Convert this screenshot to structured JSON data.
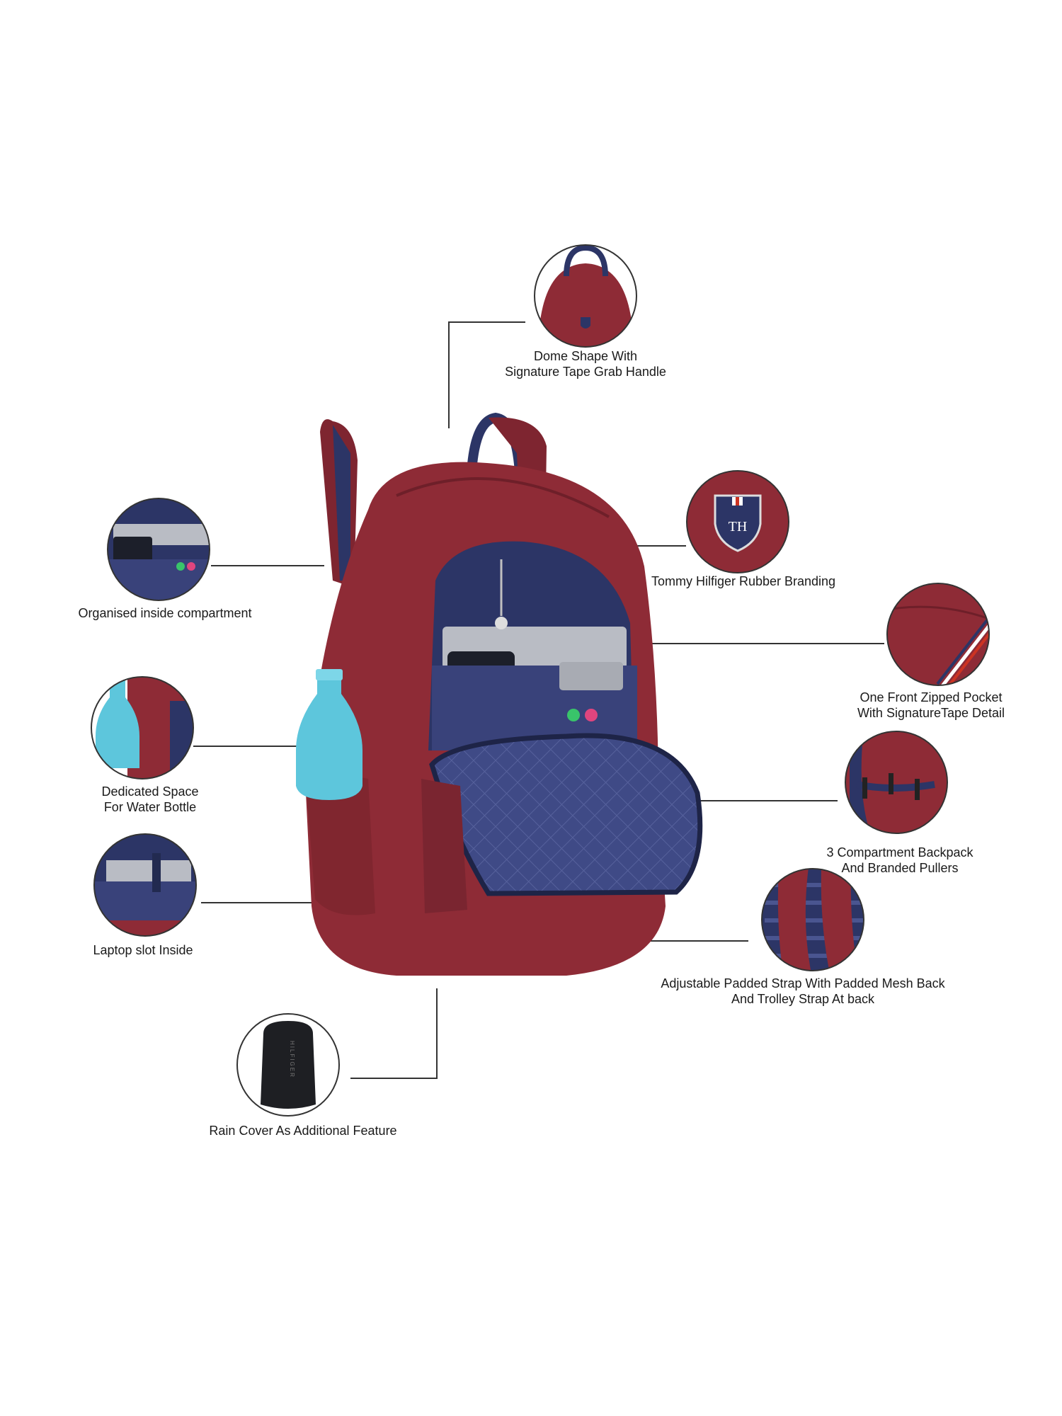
{
  "colors": {
    "maroon": "#8e2b36",
    "maroon_dark": "#6e1f29",
    "navy": "#2c3566",
    "navy_light": "#4a5590",
    "line": "#333333"
  },
  "features": [
    {
      "id": "dome",
      "icon": "dome-handle-detail",
      "lines": [
        "Dome Shape With",
        "Signature Tape Grab Handle"
      ]
    },
    {
      "id": "branding",
      "icon": "th-shield-badge",
      "lines": [
        "Tommy Hilfiger Rubber Branding"
      ],
      "badge_text": "TH"
    },
    {
      "id": "organised",
      "icon": "inside-compartment-detail",
      "lines": [
        "Organised inside compartment"
      ]
    },
    {
      "id": "front-pocket",
      "icon": "front-pocket-detail",
      "lines": [
        "One Front Zipped Pocket",
        "With SignatureTape Detail"
      ]
    },
    {
      "id": "water-bottle",
      "icon": "water-bottle-detail",
      "lines": [
        "Dedicated Space",
        "For Water Bottle"
      ]
    },
    {
      "id": "compartments",
      "icon": "zipper-pullers-detail",
      "lines": [
        "3 Compartment Backpack",
        "And Branded Pullers"
      ]
    },
    {
      "id": "laptop",
      "icon": "laptop-slot-detail",
      "lines": [
        "Laptop slot Inside"
      ]
    },
    {
      "id": "straps",
      "icon": "padded-straps-detail",
      "lines": [
        "Adjustable Padded Strap With Padded Mesh Back",
        "And Trolley Strap At back"
      ]
    },
    {
      "id": "rain-cover",
      "icon": "rain-cover-detail",
      "lines": [
        "Rain Cover As Additional Feature"
      ],
      "cover_text": "HILFIGER"
    }
  ]
}
